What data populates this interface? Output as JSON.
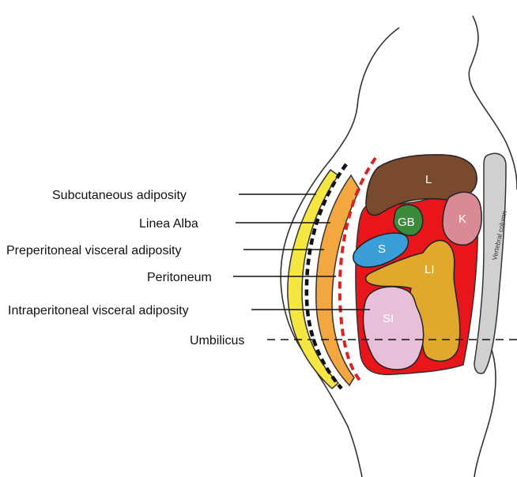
{
  "labels": {
    "subcutaneous": "Subcutaneous adiposity",
    "linea_alba": "Linea Alba",
    "preperitoneal": "Preperitoneal visceral adiposity",
    "peritoneum": "Peritoneum",
    "intraperitoneal": "Intraperitoneal visceral adiposity",
    "umbilicus": "Umbilicus"
  },
  "organs": {
    "liver": "L",
    "gallbladder": "GB",
    "kidney": "K",
    "stomach": "S",
    "large_intestine": "LI",
    "small_intestine": "SI"
  },
  "vertebral_column": "Vertebral column",
  "colors": {
    "subcutaneous_fat": "#f5e642",
    "preperitoneal_fat": "#f4a640",
    "peritoneum_line": "#e02020",
    "visceral_fat": "#e8151b",
    "liver": "#7a4a2e",
    "gallbladder": "#3b8a3a",
    "kidney": "#d98a94",
    "stomach": "#3a9fd8",
    "large_intestine": "#e0a82c",
    "small_intestine": "#e7bfd8",
    "vertebral_column": "#d0d0d0"
  }
}
